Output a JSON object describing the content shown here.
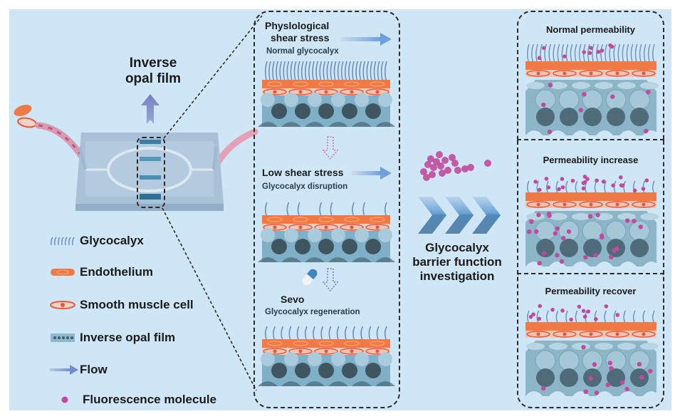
{
  "left": {
    "title_line1": "Inverse",
    "title_line2": "opal film"
  },
  "legend": [
    {
      "icon": "glycocalyx-icon",
      "label": "Glycocalyx"
    },
    {
      "icon": "endothelium-icon",
      "label": "Endothelium"
    },
    {
      "icon": "smooth-muscle-cell-icon",
      "label": "Smooth muscle cell"
    },
    {
      "icon": "inverse-opal-film-icon",
      "label": "Inverse opal film"
    },
    {
      "icon": "flow-arrow-icon",
      "label": "Flow"
    },
    {
      "icon": "fluorescence-molecule-icon",
      "label": "Fluorescence molecule"
    }
  ],
  "middle": {
    "stage1": {
      "title_line1": "Physlological",
      "title_line2": "shear stress",
      "subtitle": "Normal glycocalyx"
    },
    "stage2": {
      "title": "Low shear stress",
      "subtitle": "Glycocalyx disruption"
    },
    "stage3": {
      "title": "Sevo",
      "subtitle": "Glycocalyx regeneration"
    }
  },
  "center": {
    "line1": "Glycocalyx",
    "line2": "barrier function",
    "line3": "investigation"
  },
  "right": [
    {
      "title": "Normal permeability"
    },
    {
      "title": "Permeability increase"
    },
    {
      "title": "Permeability recover"
    }
  ],
  "colors": {
    "background": "#cfe6f7",
    "endothelium": "#ef7a45",
    "smooth_muscle": "#e8553a",
    "film": "#7fb0c8",
    "film_dark": "#3f5560",
    "glycocalyx": "#5b7fb0",
    "molecule": "#c04a9c",
    "flow": "#6f9fdc",
    "chevron": "#5f9bd0"
  }
}
